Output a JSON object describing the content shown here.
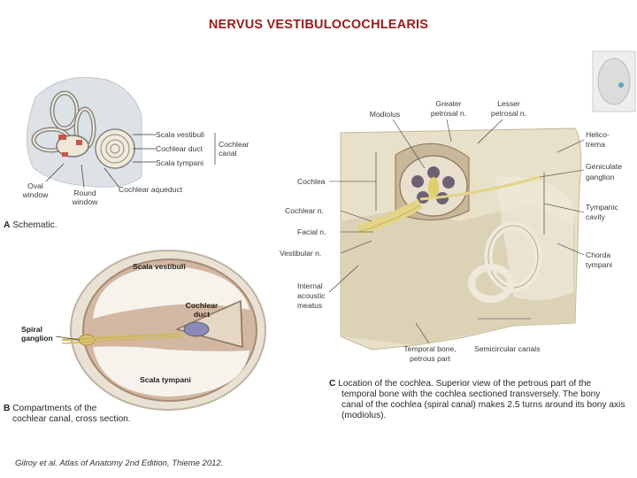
{
  "slide": {
    "title": "NERVUS VESTIBULOCOCHLEARIS",
    "citation": "Gilroy et al. Atlas of Anatomy 2nd Edition, Thieme 2012."
  },
  "panel_a": {
    "labels": {
      "scala_vestibuli": "Scala vestibuli",
      "cochlear_duct": "Cochlear duct",
      "scala_tympani": "Scala tympani",
      "cochlear_canal": "Cochlear canal",
      "oval_window": "Oval window",
      "round_window": "Round window",
      "cochlear_aqueduct": "Cochlear aqueduct"
    },
    "letter": "A",
    "caption": "Schematic."
  },
  "panel_b": {
    "labels": {
      "scala_vestibuli": "Scala vestibuli",
      "cochlear_duct": "Cochlear duct",
      "spiral_ganglion": "Spiral ganglion",
      "scala_tympani": "Scala tympani"
    },
    "letter": "B",
    "caption_line1": "Compartments of the",
    "caption_line2": "cochlear canal, cross section."
  },
  "panel_c": {
    "labels": {
      "modiolus": "Modiolus",
      "greater_petrosal_1": "Greater",
      "greater_petrosal_2": "petrosal n.",
      "lesser_petrosal_1": "Lesser",
      "lesser_petrosal_2": "petrosal n.",
      "helicotrema_1": "Helico-",
      "helicotrema_2": "trema",
      "geniculate_1": "Geniculate",
      "geniculate_2": "ganglion",
      "cochlea": "Cochlea",
      "tympanic_1": "Tympanic",
      "tympanic_2": "cavity",
      "cochlear_n": "Cochlear n.",
      "facial_n": "Facial n.",
      "vestibular_n": "Vestibular n.",
      "chorda_1": "Chorda",
      "chorda_2": "tympani",
      "internal_1": "Internal",
      "internal_2": "acoustic",
      "internal_3": "meatus",
      "temporal_1": "Temporal bone,",
      "temporal_2": "petrous part",
      "semicircular": "Semicircular canals"
    },
    "letter": "C",
    "caption_lines": [
      "Location of the cochlea. Superior view of the petrous part of the",
      "temporal bone with the cochlea sectioned transversely. The bony",
      "canal of the cochlea (spiral canal) makes 2.5 turns around its bony axis",
      "(modiolus)."
    ]
  }
}
